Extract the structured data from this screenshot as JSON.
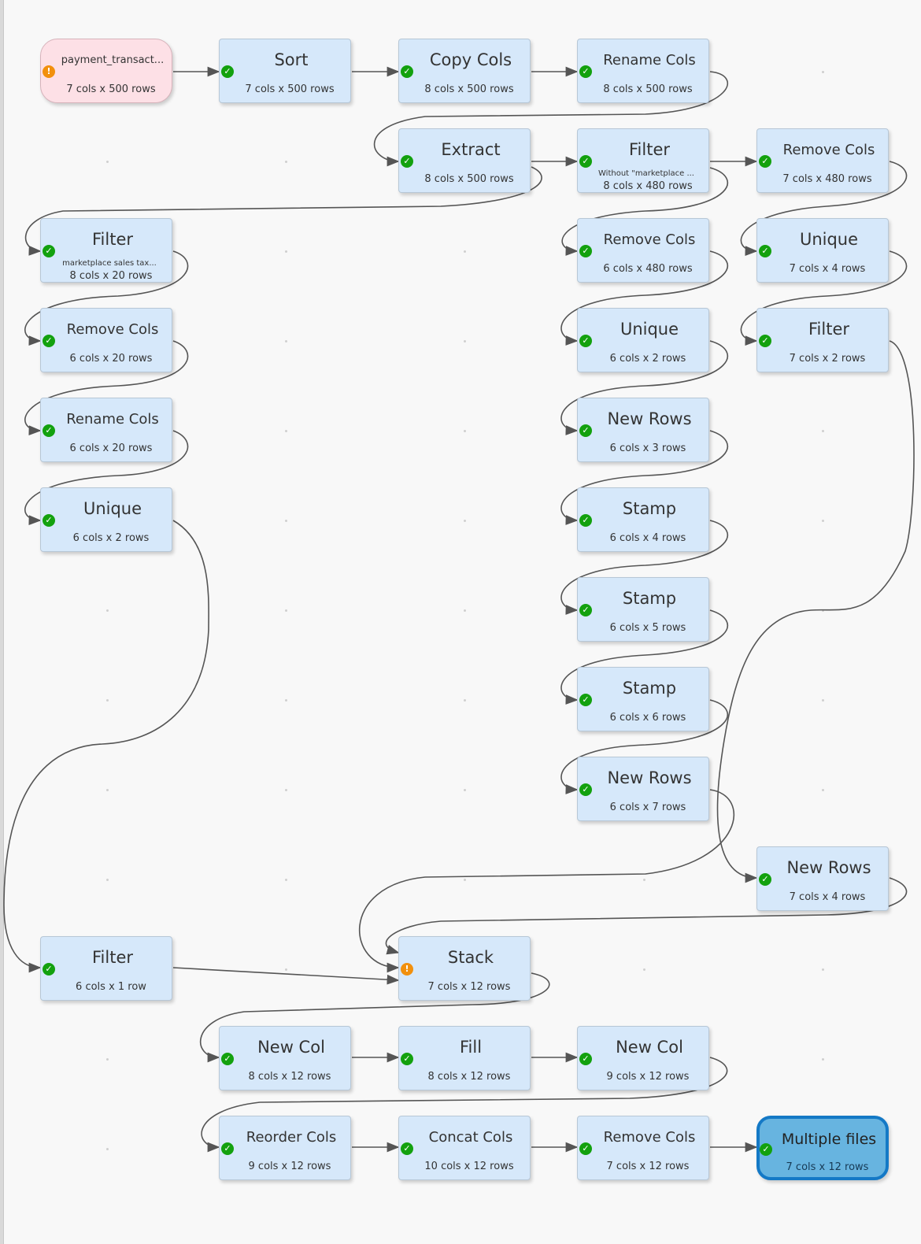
{
  "colors": {
    "node_fill": "#d6e8fa",
    "input_fill": "#fde0e6",
    "output_fill": "#67b4e0",
    "output_border": "#1479c6",
    "ok_status": "#13a10e",
    "warn_status": "#f2900d",
    "edge": "#555555"
  },
  "nodes": [
    {
      "id": "n1",
      "title": "payment_transact...",
      "dims": "7 cols x 500 rows",
      "status": "warn",
      "kind": "input"
    },
    {
      "id": "n2",
      "title": "Sort",
      "dims": "7 cols x 500 rows",
      "status": "ok"
    },
    {
      "id": "n3",
      "title": "Copy Cols",
      "dims": "8 cols x 500 rows",
      "status": "ok"
    },
    {
      "id": "n4",
      "title": "Rename Cols",
      "dims": "8 cols x 500 rows",
      "status": "ok"
    },
    {
      "id": "n5",
      "title": "Extract",
      "dims": "8 cols x 500 rows",
      "status": "ok"
    },
    {
      "id": "n6",
      "title": "Filter",
      "subtitle": "Without \"marketplace ...",
      "dims": "8 cols x 480 rows",
      "status": "ok"
    },
    {
      "id": "n7",
      "title": "Remove Cols",
      "dims": "7 cols x 480 rows",
      "status": "ok"
    },
    {
      "id": "n8",
      "title": "Filter",
      "subtitle": "marketplace sales tax...",
      "dims": "8 cols x 20 rows",
      "status": "ok"
    },
    {
      "id": "n9",
      "title": "Remove Cols",
      "dims": "6 cols x 480 rows",
      "status": "ok"
    },
    {
      "id": "n10",
      "title": "Unique",
      "dims": "7 cols x 4 rows",
      "status": "ok"
    },
    {
      "id": "n11",
      "title": "Remove Cols",
      "dims": "6 cols x 20 rows",
      "status": "ok"
    },
    {
      "id": "n12",
      "title": "Unique",
      "dims": "6 cols x 2 rows",
      "status": "ok"
    },
    {
      "id": "n13",
      "title": "Filter",
      "dims": "7 cols x 2 rows",
      "status": "ok"
    },
    {
      "id": "n14",
      "title": "Rename Cols",
      "dims": "6 cols x 20 rows",
      "status": "ok"
    },
    {
      "id": "n15",
      "title": "New Rows",
      "dims": "6 cols x 3 rows",
      "status": "ok"
    },
    {
      "id": "n16",
      "title": "Unique",
      "dims": "6 cols x 2 rows",
      "status": "ok"
    },
    {
      "id": "n17",
      "title": "Stamp",
      "dims": "6 cols x 4 rows",
      "status": "ok"
    },
    {
      "id": "n18",
      "title": "Stamp",
      "dims": "6 cols x 5 rows",
      "status": "ok"
    },
    {
      "id": "n19",
      "title": "Stamp",
      "dims": "6 cols x 6 rows",
      "status": "ok"
    },
    {
      "id": "n20",
      "title": "New Rows",
      "dims": "6 cols x 7 rows",
      "status": "ok"
    },
    {
      "id": "n21",
      "title": "New Rows",
      "dims": "7 cols x 4 rows",
      "status": "ok"
    },
    {
      "id": "n22",
      "title": "Filter",
      "dims": "6 cols x 1 row",
      "status": "ok"
    },
    {
      "id": "n23",
      "title": "Stack",
      "dims": "7 cols x 12 rows",
      "status": "warn"
    },
    {
      "id": "n24",
      "title": "New Col",
      "dims": "8 cols x 12 rows",
      "status": "ok"
    },
    {
      "id": "n25",
      "title": "Fill",
      "dims": "8 cols x 12 rows",
      "status": "ok"
    },
    {
      "id": "n26",
      "title": "New Col",
      "dims": "9 cols x 12 rows",
      "status": "ok"
    },
    {
      "id": "n27",
      "title": "Reorder Cols",
      "dims": "9 cols x 12 rows",
      "status": "ok"
    },
    {
      "id": "n28",
      "title": "Concat Cols",
      "dims": "10 cols x 12 rows",
      "status": "ok"
    },
    {
      "id": "n29",
      "title": "Remove Cols",
      "dims": "7 cols x 12 rows",
      "status": "ok"
    },
    {
      "id": "n30",
      "title": "Multiple files",
      "dims": "7 cols x 12 rows",
      "status": "ok",
      "kind": "output"
    }
  ]
}
